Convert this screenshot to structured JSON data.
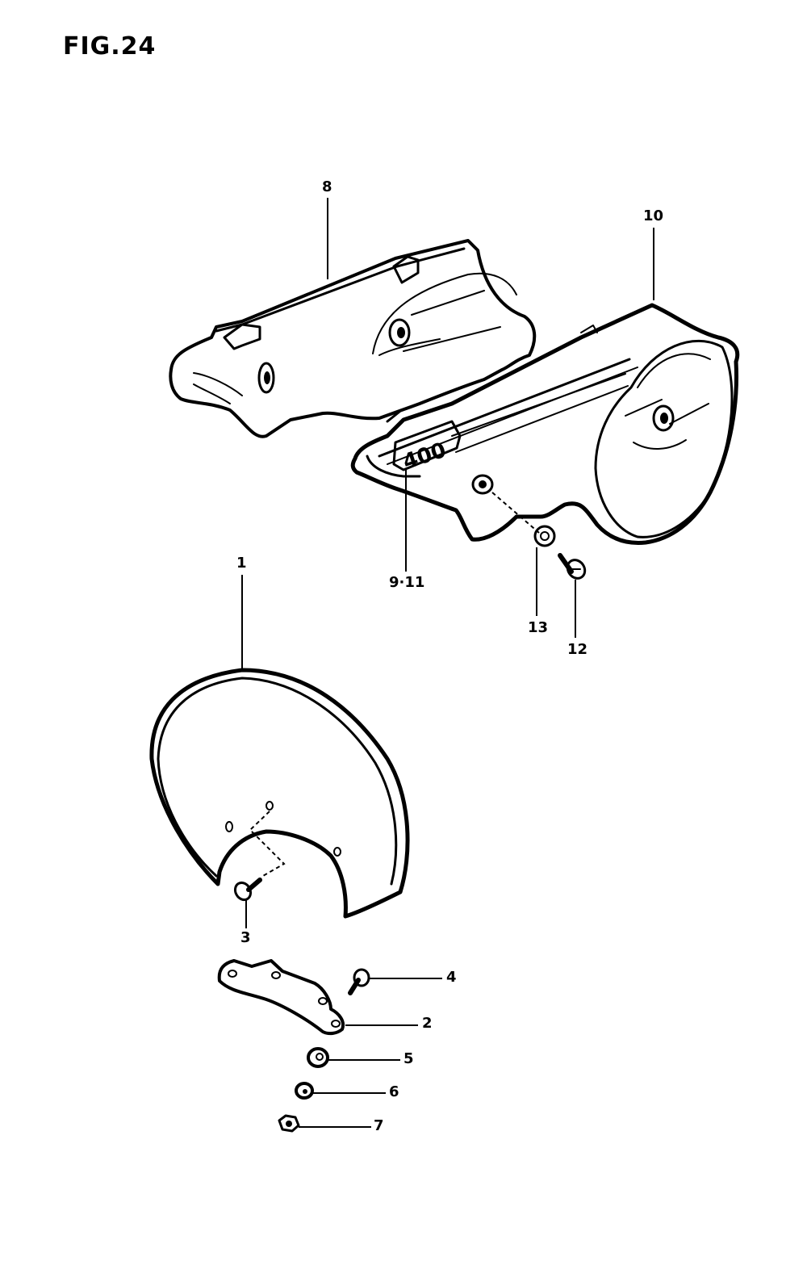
{
  "figure": {
    "title": "FIG.24"
  },
  "decal_text": "400",
  "callouts": {
    "p1": "1",
    "p2": "2",
    "p3": "3",
    "p4": "4",
    "p5": "5",
    "p6": "6",
    "p7": "7",
    "p8": "8",
    "p9_11": "9·11",
    "p10": "10",
    "p12": "12",
    "p13": "13"
  }
}
